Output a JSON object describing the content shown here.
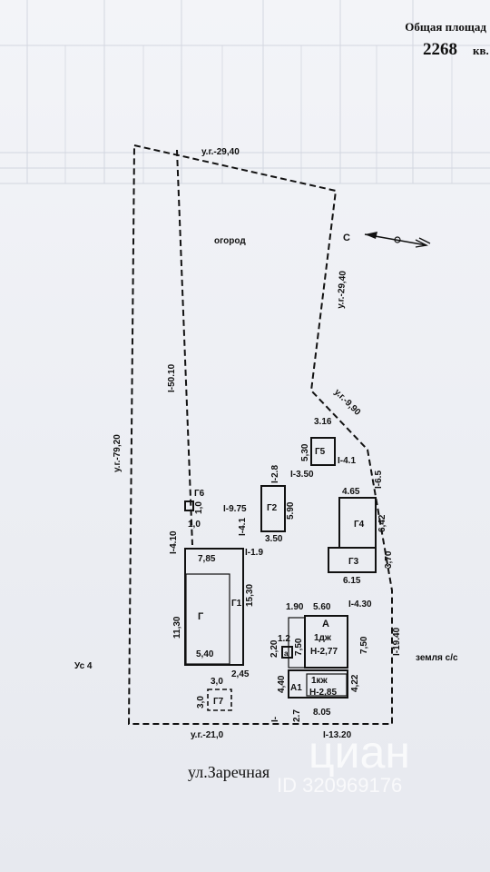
{
  "header": {
    "area_label": "Общая площад",
    "area_value": "2268",
    "area_unit": "кв."
  },
  "plot": {
    "garden_label": "огород",
    "north_symbol": "С",
    "neighbor_left": "Ус 4",
    "land_right": "земля с/с",
    "street": "ул.Заречная",
    "dims": {
      "top": "у.г.-29,40",
      "right_upper": "у.г.-29,40",
      "right_lower": "у.г.-9,90",
      "left_outer": "у.г.-79,20",
      "left_inner": "I-50.10",
      "bottom": "у.г.-21,0",
      "bottom_right": "I-13.20",
      "right_side": "I-19.40"
    }
  },
  "buildings": {
    "G": {
      "label": "Г",
      "left": "11,30",
      "bottom": "5,40"
    },
    "G1": {
      "label": "Г1",
      "top": "7,85",
      "right": "15,30",
      "corner": "2,45"
    },
    "G2": {
      "label": "Г2",
      "top": "I-2.8",
      "right": "5.90",
      "bottom": "3.50"
    },
    "G3": {
      "label": "Г3",
      "bottom": "6.15",
      "right": "3,70"
    },
    "G4": {
      "label": "Г4",
      "top": "4.65",
      "right": "6,42"
    },
    "G5": {
      "label": "Г5",
      "top": "3.16",
      "left": "5,30",
      "bottom": "I-4.1",
      "offset": "I-3.50"
    },
    "G6": {
      "label": "Г6",
      "top": "1,0",
      "bottom": "1,0"
    },
    "G7": {
      "label": "Г7",
      "top": "3,0",
      "left": "3,0"
    },
    "A": {
      "label": "А",
      "floors": "1дж",
      "height": "Н-2,77",
      "top_left": "1.90",
      "top": "5.60",
      "top_right": "I-4.30",
      "right": "7,50",
      "left": "7,50",
      "small_left": "1.2"
    },
    "A1": {
      "label": "А1",
      "floors": "1кж",
      "height": "Н-2,85",
      "right": "4,22",
      "left": "4,40",
      "bottom": "8.05",
      "small_bottom": "2.7"
    },
    "a": {
      "label": "а",
      "left": "2,20"
    }
  },
  "offsets": {
    "I_9_75": "I-9.75",
    "I_4_10": "I-4.10",
    "I_4_1": "I-4.1",
    "I_1_9": "I-1.9",
    "I_6_5": "I-6.5",
    "I_1": "I-"
  },
  "watermark": {
    "brand": "циан",
    "id": "ID 320969176"
  }
}
